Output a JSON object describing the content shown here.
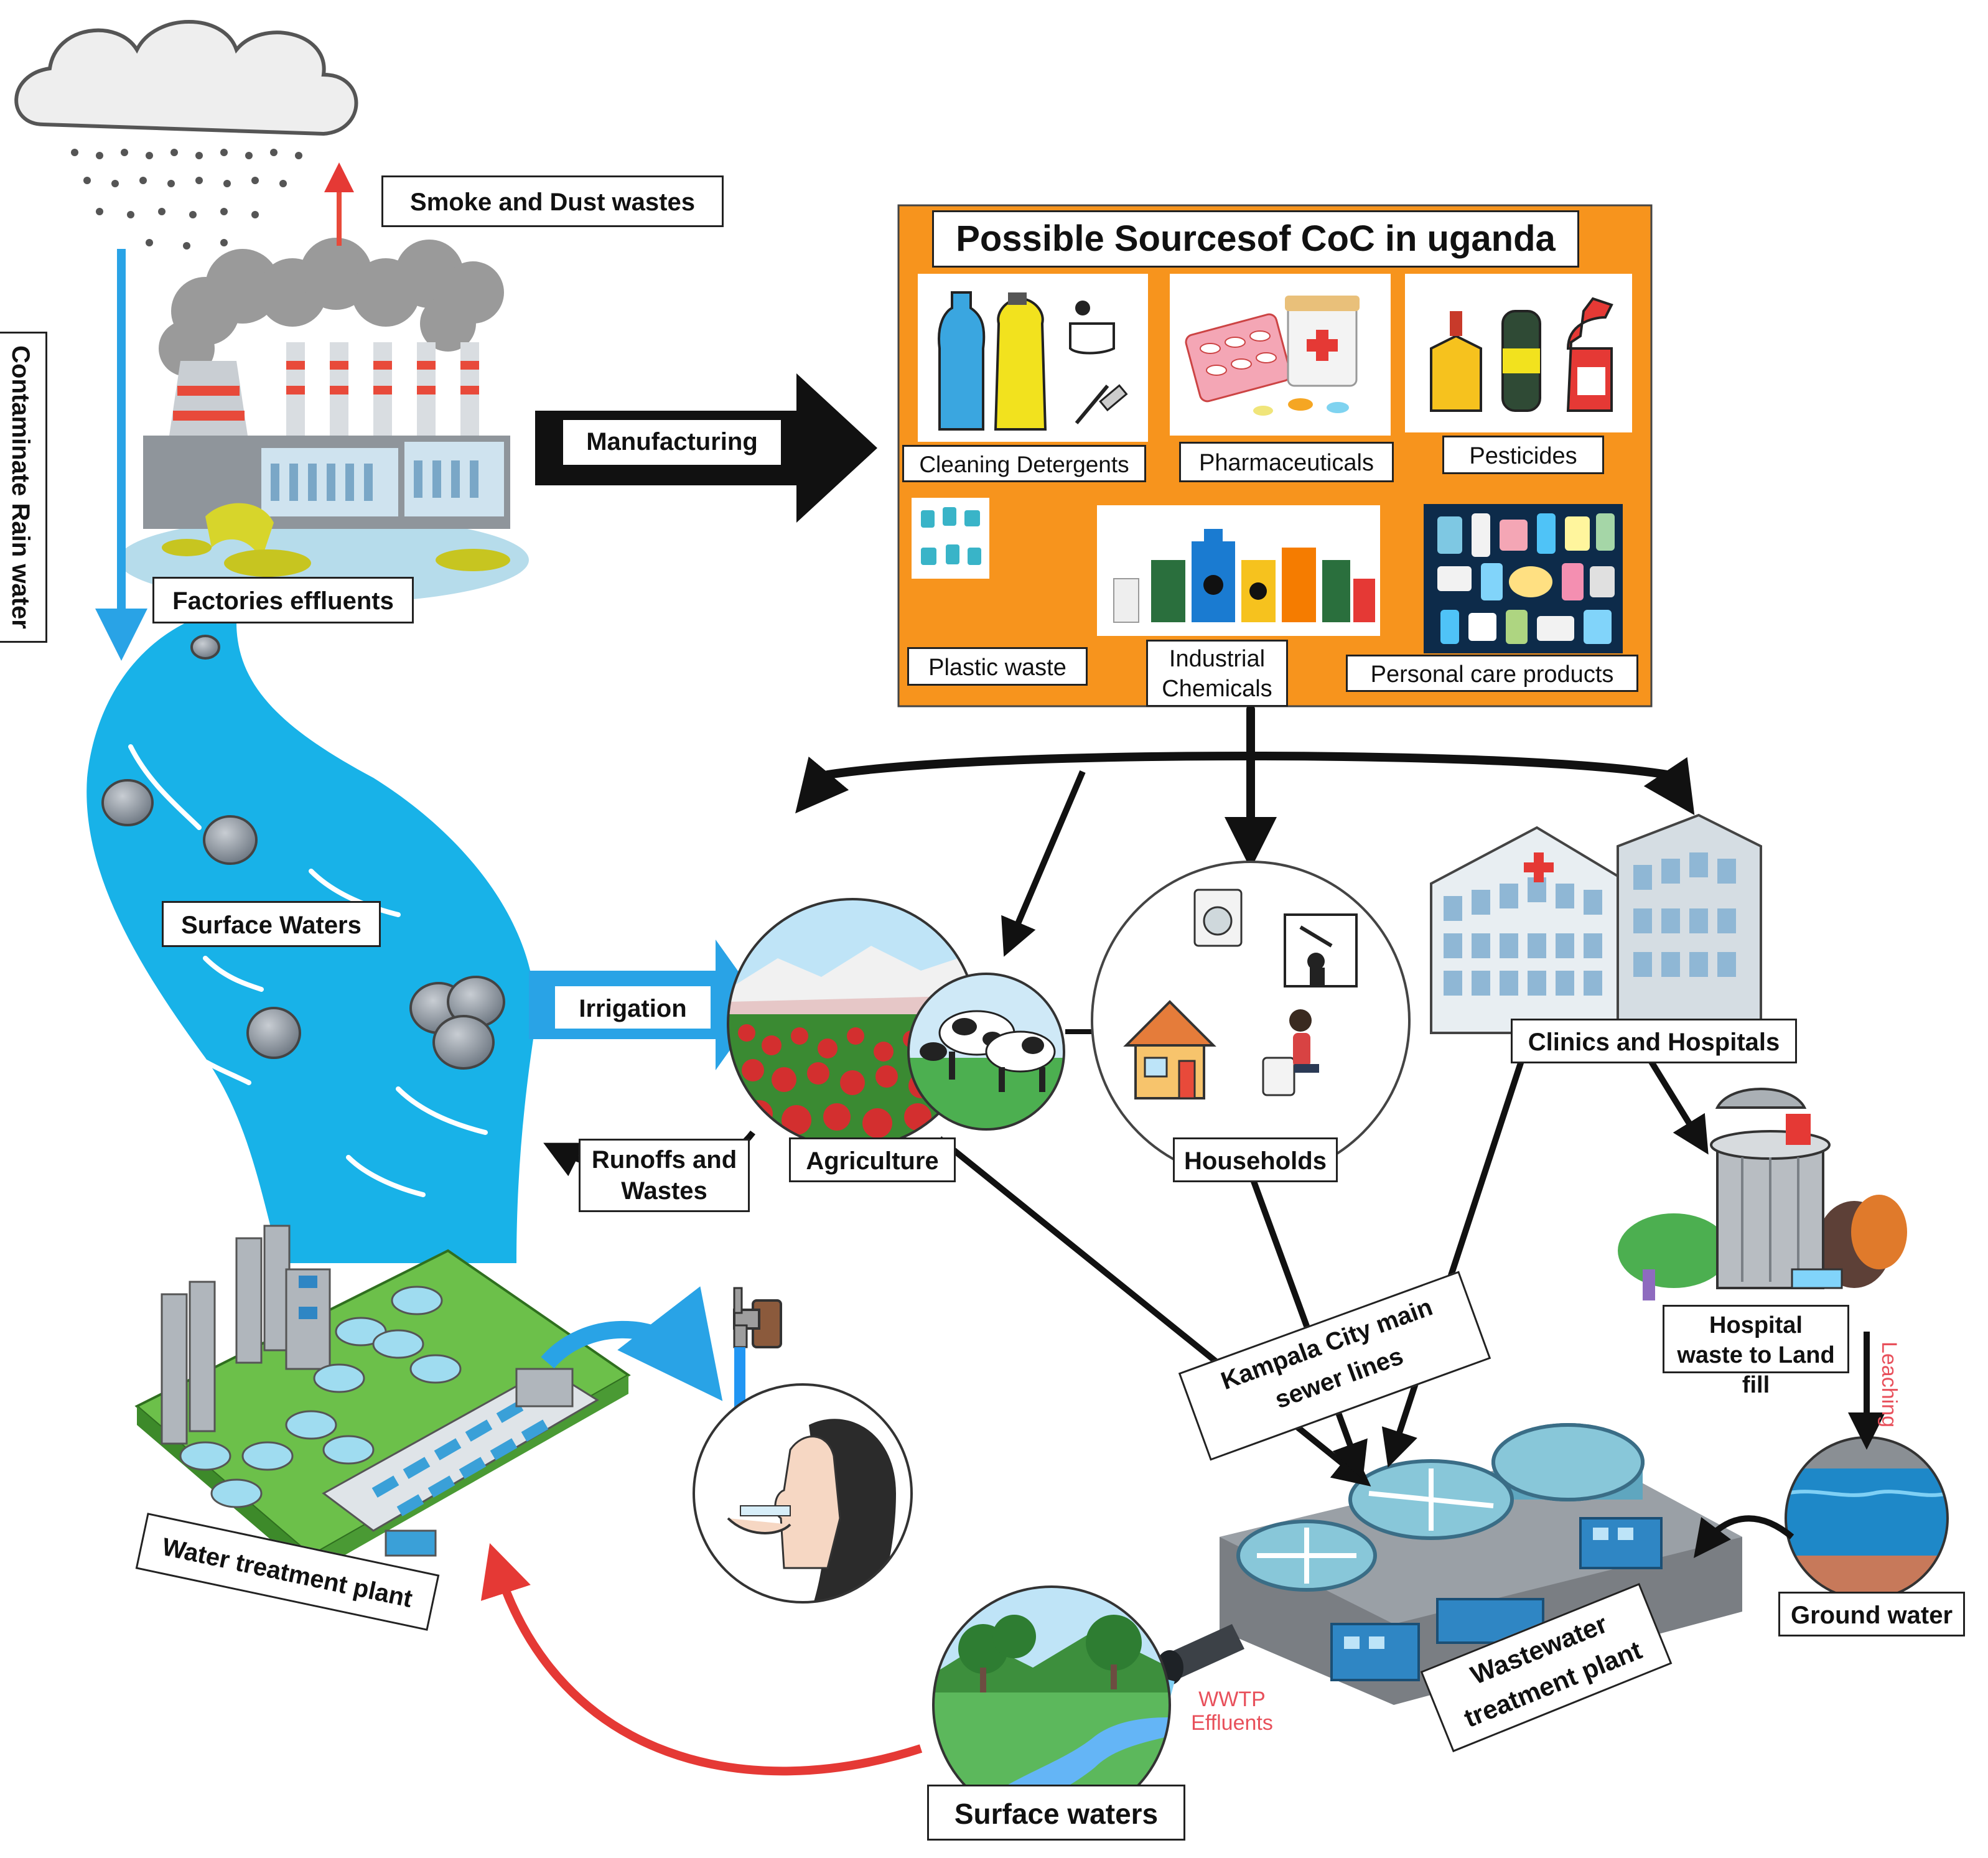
{
  "labels": {
    "smoke_dust": "Smoke and Dust wastes",
    "contaminate_rain": "Contaminate Rain water",
    "factories_effluents": "Factories effluents",
    "manufacturing": "Manufacturing",
    "sources_title": "Possible Sourcesof CoC in uganda",
    "cleaning_detergents": "Cleaning Detergents",
    "pharmaceuticals": "Pharmaceuticals",
    "pesticides": "Pesticides",
    "plastic_waste": "Plastic waste",
    "industrial_chemicals": "Industrial Chemicals",
    "personal_care": "Personal care products",
    "surface_waters_top": "Surface Waters",
    "irrigation": "Irrigation",
    "runoffs_wastes": "Runoffs and Wastes",
    "agriculture": "Agriculture",
    "households": "Households",
    "clinics_hospitals": "Clinics and Hospitals",
    "hospital_waste": "Hospital waste to Land fill",
    "leaching": "Leaching",
    "kampala_sewer": "Kampala City main sewer lines",
    "ground_water": "Ground water",
    "wastewater_plant": "Wastewater treatment plant",
    "wwtp_effluents": "WWTP Effluents",
    "surface_waters_bottom": "Surface waters",
    "water_treatment_plant": "Water treatment plant"
  },
  "colors": {
    "orange_panel": "#f7941d",
    "river_blue": "#29b6e6",
    "arrow_black": "#111111",
    "arrow_red": "#e53935",
    "arrow_blue": "#1e88e5",
    "leaching_red": "#e8505b",
    "green_base": "#6cc04a"
  },
  "icons": [
    "rain-cloud-icon",
    "factory-icon",
    "detergent-bottles-icon",
    "pills-icon",
    "pesticide-bottles-icon",
    "plastic-items-icon",
    "chemical-barrels-icon",
    "cosmetics-icon",
    "rock-icon",
    "field-icon",
    "cow-icon",
    "house-icon",
    "hospital-icon",
    "trash-can-icon",
    "ground-layer-icon",
    "wwtp-icon",
    "water-plant-icon",
    "faucet-icon",
    "drinking-person-icon",
    "river-scene-icon"
  ]
}
